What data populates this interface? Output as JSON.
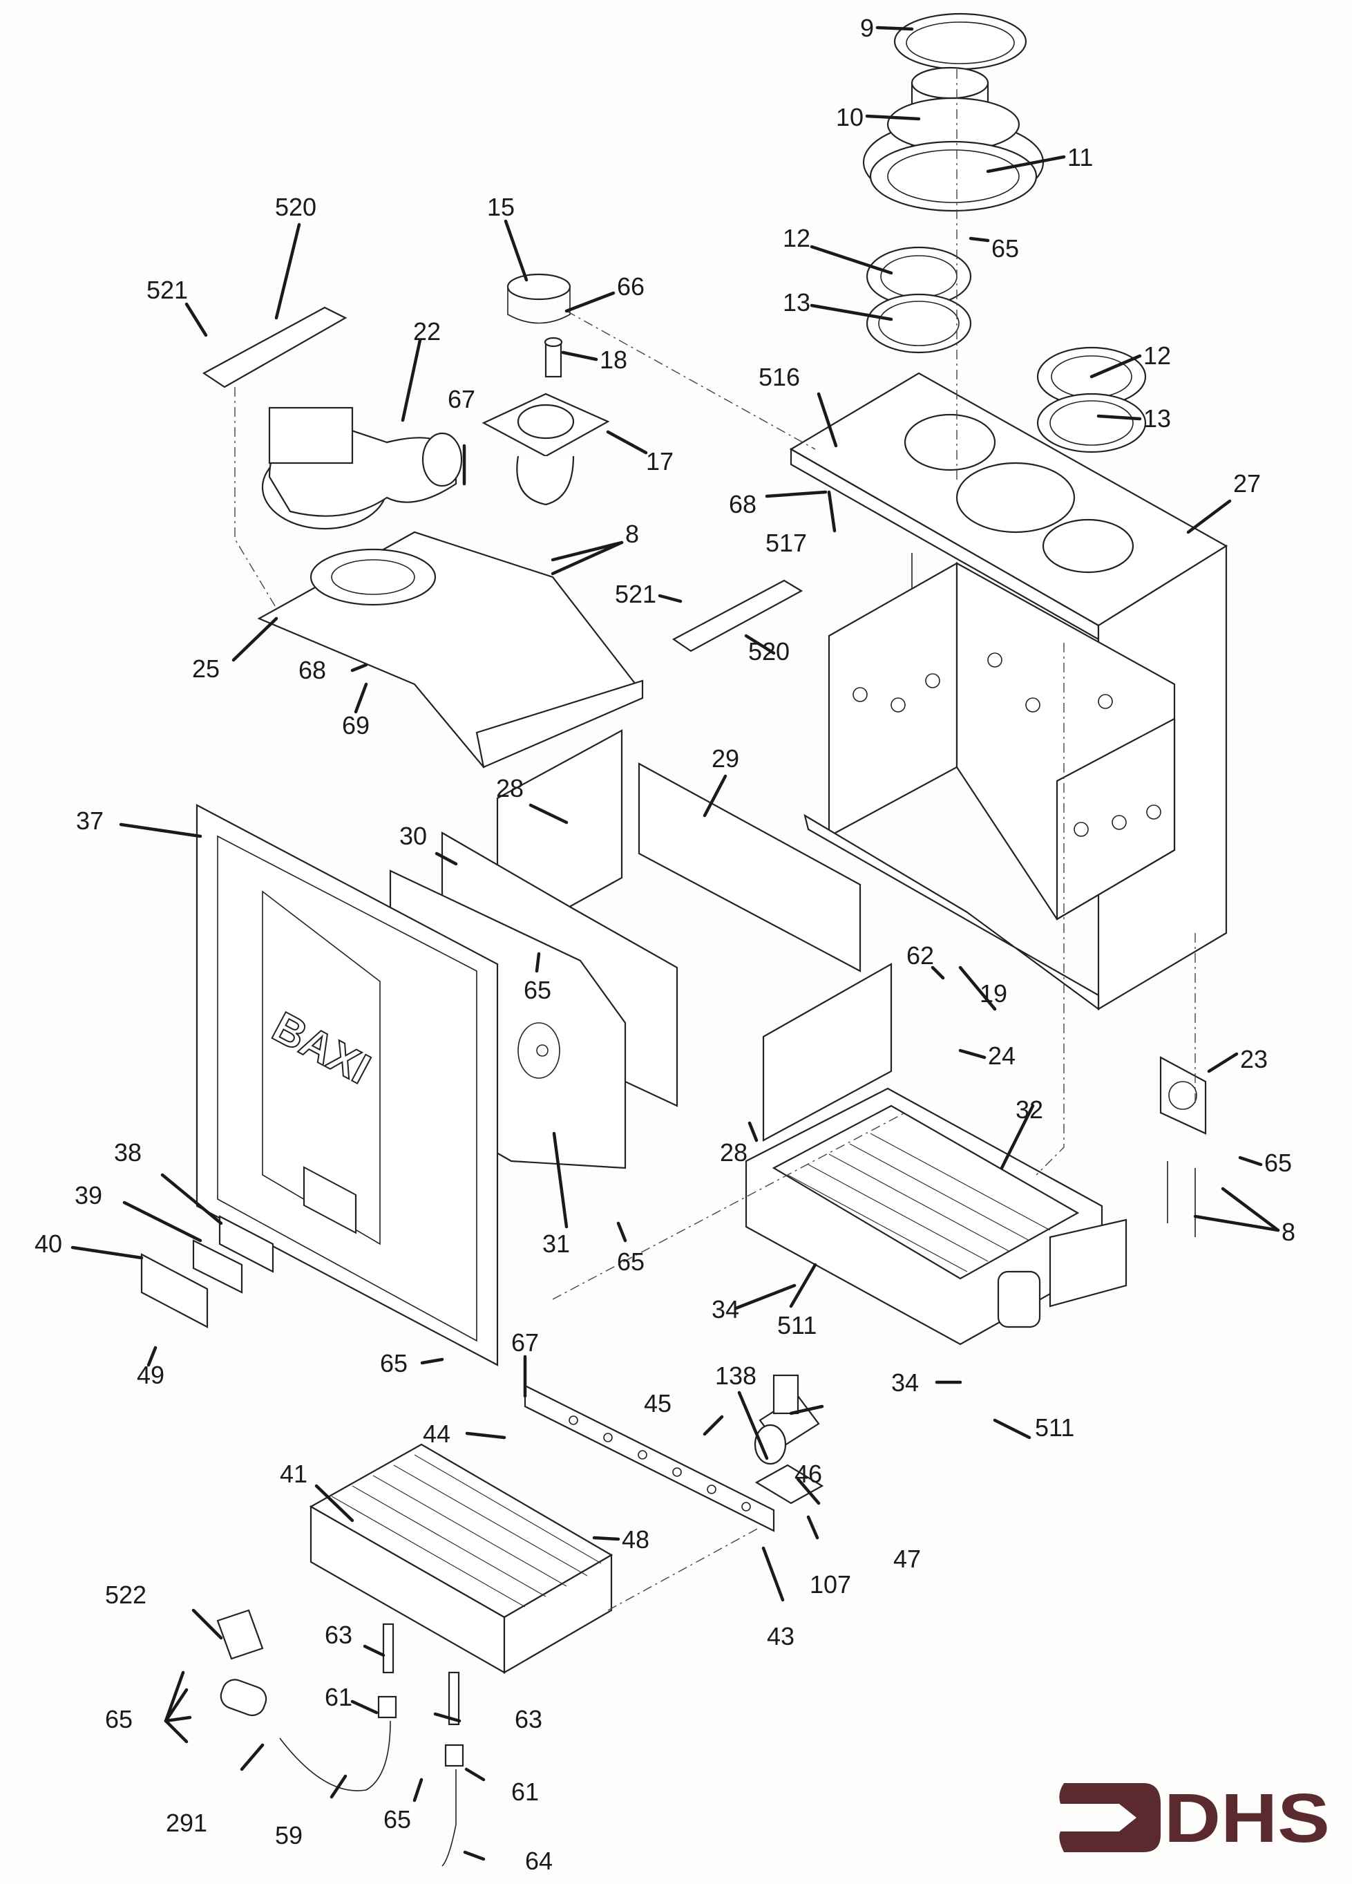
{
  "diagram": {
    "type": "exploded-parts-diagram",
    "subject": "Boiler exploded view",
    "brand_marking": "BAXI",
    "logo": {
      "text": "DHS",
      "color": "#5a2a2e"
    },
    "callouts": [
      {
        "id": "c9",
        "label": "9"
      },
      {
        "id": "c10",
        "label": "10"
      },
      {
        "id": "c11",
        "label": "11"
      },
      {
        "id": "c12a",
        "label": "12"
      },
      {
        "id": "c65a",
        "label": "65"
      },
      {
        "id": "c13a",
        "label": "13"
      },
      {
        "id": "c12b",
        "label": "12"
      },
      {
        "id": "c13b",
        "label": "13"
      },
      {
        "id": "c520a",
        "label": "520"
      },
      {
        "id": "c521a",
        "label": "521"
      },
      {
        "id": "c15",
        "label": "15"
      },
      {
        "id": "c66",
        "label": "66"
      },
      {
        "id": "c22",
        "label": "22"
      },
      {
        "id": "c18",
        "label": "18"
      },
      {
        "id": "c67a",
        "label": "67"
      },
      {
        "id": "c17",
        "label": "17"
      },
      {
        "id": "c516",
        "label": "516"
      },
      {
        "id": "c68a",
        "label": "68"
      },
      {
        "id": "c517",
        "label": "517"
      },
      {
        "id": "c27",
        "label": "27"
      },
      {
        "id": "c8a",
        "label": "8"
      },
      {
        "id": "c521b",
        "label": "521"
      },
      {
        "id": "c520b",
        "label": "520"
      },
      {
        "id": "c25",
        "label": "25"
      },
      {
        "id": "c68b",
        "label": "68"
      },
      {
        "id": "c69",
        "label": "69"
      },
      {
        "id": "c29",
        "label": "29"
      },
      {
        "id": "c28a",
        "label": "28"
      },
      {
        "id": "c37",
        "label": "37"
      },
      {
        "id": "c30",
        "label": "30"
      },
      {
        "id": "c65b",
        "label": "65"
      },
      {
        "id": "c62",
        "label": "62"
      },
      {
        "id": "c19",
        "label": "19"
      },
      {
        "id": "c24",
        "label": "24"
      },
      {
        "id": "c23",
        "label": "23"
      },
      {
        "id": "c32",
        "label": "32"
      },
      {
        "id": "c28b",
        "label": "28"
      },
      {
        "id": "c65c",
        "label": "65"
      },
      {
        "id": "c8b",
        "label": "8"
      },
      {
        "id": "c38",
        "label": "38"
      },
      {
        "id": "c39",
        "label": "39"
      },
      {
        "id": "c40",
        "label": "40"
      },
      {
        "id": "c31",
        "label": "31"
      },
      {
        "id": "c65d",
        "label": "65"
      },
      {
        "id": "c34a",
        "label": "34"
      },
      {
        "id": "c511a",
        "label": "511"
      },
      {
        "id": "c49",
        "label": "49"
      },
      {
        "id": "c65e",
        "label": "65"
      },
      {
        "id": "c67b",
        "label": "67"
      },
      {
        "id": "c138",
        "label": "138"
      },
      {
        "id": "c34b",
        "label": "34"
      },
      {
        "id": "c45",
        "label": "45"
      },
      {
        "id": "c44",
        "label": "44"
      },
      {
        "id": "c46",
        "label": "46"
      },
      {
        "id": "c511b",
        "label": "511"
      },
      {
        "id": "c41",
        "label": "41"
      },
      {
        "id": "c48",
        "label": "48"
      },
      {
        "id": "c47",
        "label": "47"
      },
      {
        "id": "c107",
        "label": "107"
      },
      {
        "id": "c522",
        "label": "522"
      },
      {
        "id": "c43",
        "label": "43"
      },
      {
        "id": "c63a",
        "label": "63"
      },
      {
        "id": "c65f",
        "label": "65"
      },
      {
        "id": "c61a",
        "label": "61"
      },
      {
        "id": "c63b",
        "label": "63"
      },
      {
        "id": "c291",
        "label": "291"
      },
      {
        "id": "c59",
        "label": "59"
      },
      {
        "id": "c65g",
        "label": "65"
      },
      {
        "id": "c61b",
        "label": "61"
      },
      {
        "id": "c64",
        "label": "64"
      }
    ]
  }
}
